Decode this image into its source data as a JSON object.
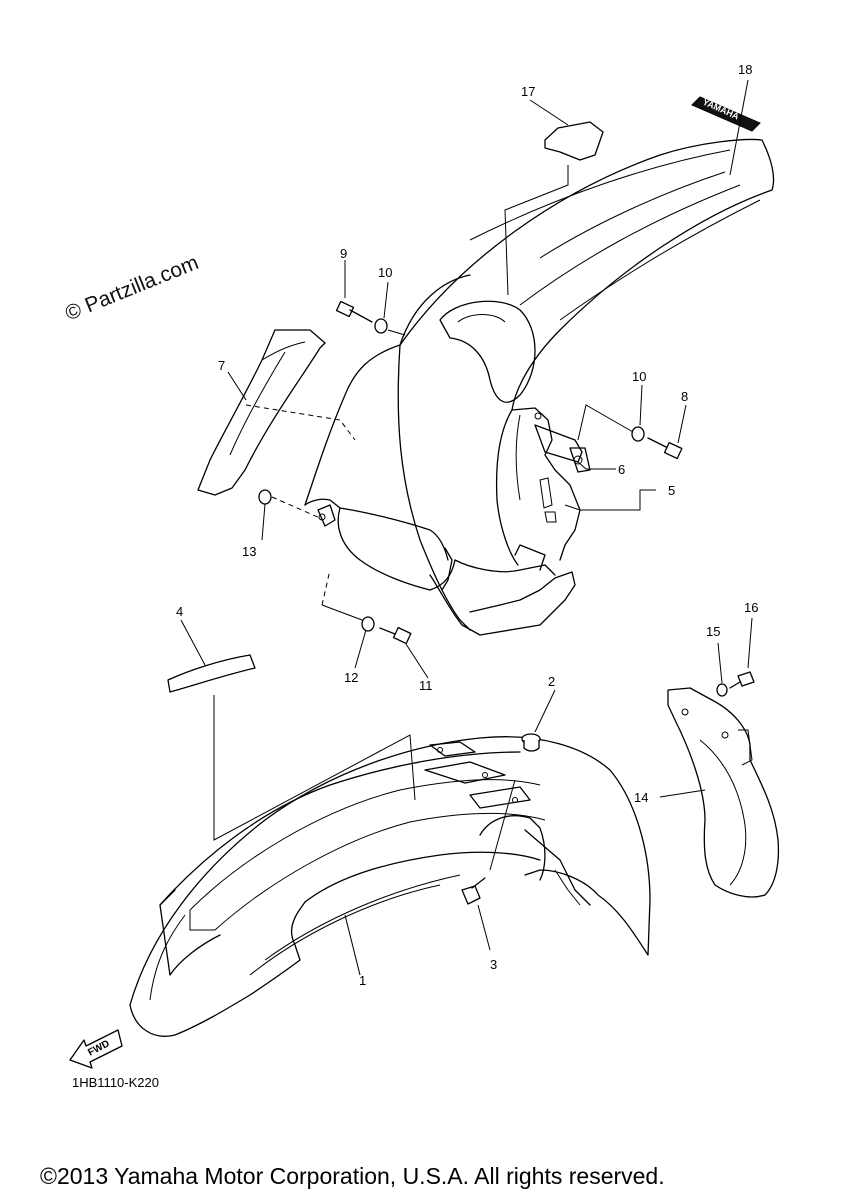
{
  "watermark": "© Partzilla.com",
  "diagram_code": "1HB1110-K220",
  "copyright": "©2013 Yamaha Motor Corporation, U.S.A. All rights reserved.",
  "fwd_label": "FWD",
  "decal_text": "YAMAHA",
  "callouts": {
    "c1": "1",
    "c2": "2",
    "c3": "3",
    "c4": "4",
    "c5": "5",
    "c6": "6",
    "c7": "7",
    "c8": "8",
    "c9": "9",
    "c10a": "10",
    "c10b": "10",
    "c11": "11",
    "c12": "12",
    "c13": "13",
    "c14": "14",
    "c15": "15",
    "c16": "16",
    "c17": "17",
    "c18": "18"
  }
}
